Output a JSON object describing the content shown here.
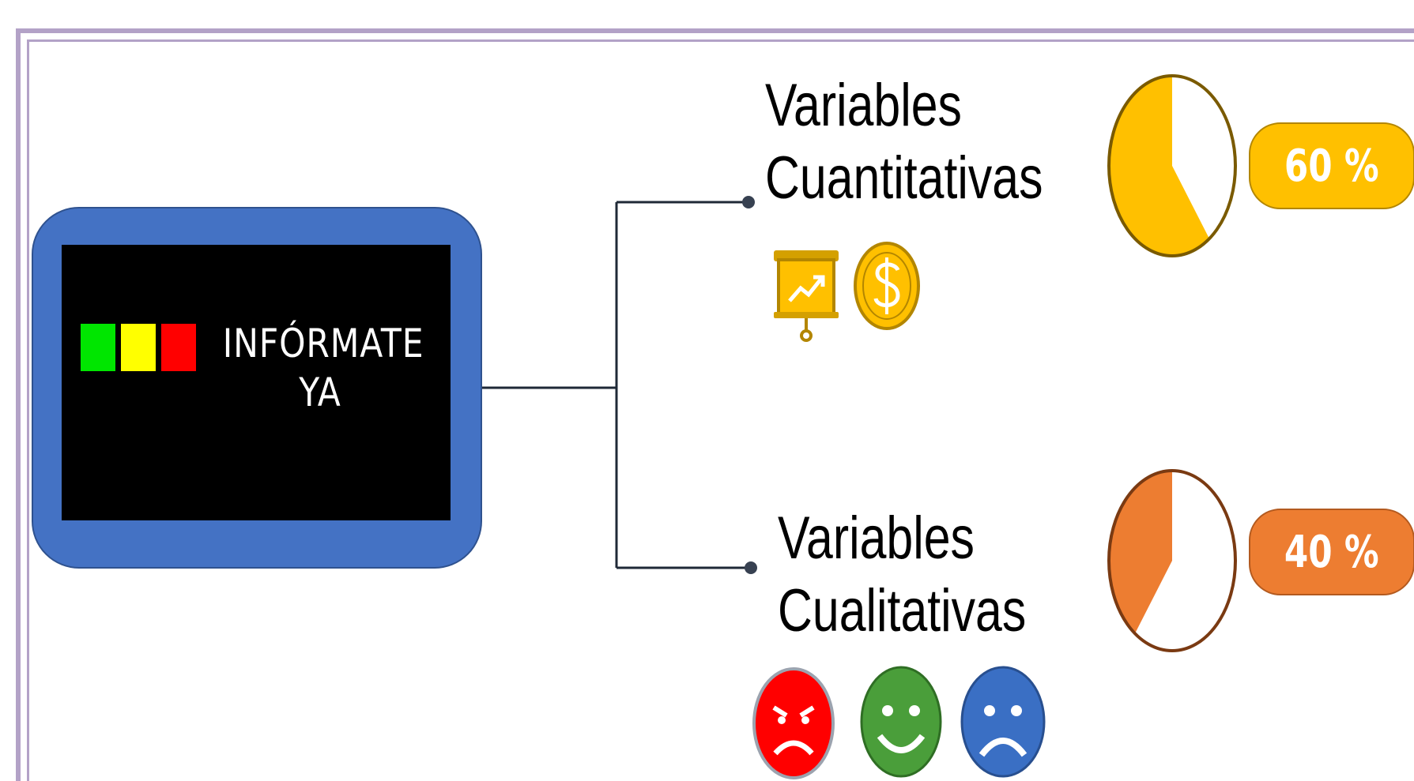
{
  "center": {
    "title_line1": "INFÓRMATE",
    "title_line2": "YA",
    "indicator_colors": [
      "#00e600",
      "#ffff00",
      "#ff0000"
    ],
    "box_color": "#4472c4"
  },
  "branches": [
    {
      "title_line1": "Variables",
      "title_line2": "Cuantitativas",
      "percent_label": "60 %",
      "percent_value": 60,
      "color": "#ffc000",
      "icons": [
        "presentation-chart-icon",
        "dollar-coin-icon"
      ]
    },
    {
      "title_line1": "Variables",
      "title_line2": "Cualitativas",
      "percent_label": "40 %",
      "percent_value": 40,
      "color": "#ed7d31",
      "icons": [
        "angry-face-icon",
        "happy-face-icon",
        "sad-face-icon"
      ]
    }
  ]
}
